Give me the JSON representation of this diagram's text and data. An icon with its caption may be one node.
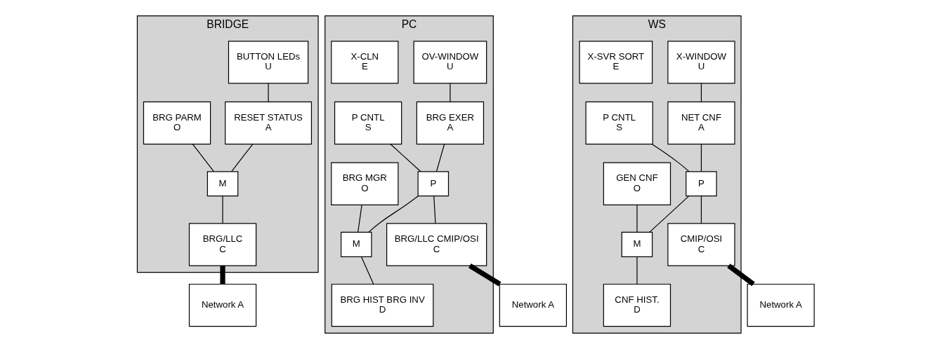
{
  "diagram": {
    "nodes": [
      {
        "text": [
          "BRIDGE"
        ]
      },
      {
        "text": [
          "BUTTON LEDs",
          "U"
        ],
        "in": 0
      },
      {
        "text": [
          "BRG PARM",
          "O"
        ],
        "in": 0
      },
      {
        "text": [
          "RESET STATUS",
          "A"
        ],
        "in": 0
      },
      {
        "text": [
          "M"
        ],
        "in": 0
      },
      {
        "text": [
          "BRG/LLC",
          "C"
        ],
        "in": 0
      },
      {
        "text": [
          "Network A"
        ]
      },
      {
        "text": [
          "PC"
        ]
      },
      {
        "text": [
          "OV-WINDOW",
          "U"
        ],
        "in": 7
      },
      {
        "text": [
          "P CNTL",
          "S"
        ],
        "in": 7
      },
      {
        "text": [
          "BRG MGR",
          "O"
        ],
        "in": 7
      },
      {
        "text": [
          "BRG EXER",
          "A"
        ],
        "in": 7
      },
      {
        "text": [
          "P"
        ],
        "in": 7
      },
      {
        "text": [
          "M"
        ],
        "in": 7
      },
      {
        "text": [
          "X-CLN",
          "E"
        ],
        "in": 7
      },
      {
        "text": [
          "BRG/LLC CMIP/OSI",
          "C"
        ],
        "in": 7
      },
      {
        "text": [
          "BRG HIST BRG INV",
          "D"
        ],
        "in": 7
      },
      {
        "text": [
          "Network A"
        ]
      },
      {
        "text": [
          "WS"
        ]
      },
      {
        "text": [
          "X-WINDOW",
          "U"
        ],
        "in": 18
      },
      {
        "text": [
          "P CNTL",
          "S"
        ],
        "in": 18
      },
      {
        "text": [
          "GEN CNF",
          "O"
        ],
        "in": 18
      },
      {
        "text": [
          "NET CNF",
          "A"
        ],
        "in": 18
      },
      {
        "text": [
          "P"
        ],
        "in": 18
      },
      {
        "text": [
          "M"
        ],
        "in": 18
      },
      {
        "text": [
          "X-SVR SORT",
          "E"
        ],
        "in": 18
      },
      {
        "text": [
          "CMIP/OSI",
          "C"
        ],
        "in": 18
      },
      {
        "text": [
          "CNF HIST.",
          "D"
        ],
        "in": 18
      },
      {
        "text": [
          "Network A"
        ]
      }
    ],
    "edges": [
      {
        "from": 1,
        "to": 3,
        "arrow": "none"
      },
      {
        "from": 2,
        "to": 4,
        "arrow": "none"
      },
      {
        "from": 3,
        "to": 4,
        "arrow": "none"
      },
      {
        "from": 4,
        "to": 5,
        "arrow": "none"
      },
      {
        "from": 5,
        "to": 6,
        "arrow": "none",
        "style": "thick"
      },
      {
        "from": 8,
        "to": 11,
        "arrow": "none"
      },
      {
        "from": 9,
        "to": 12,
        "arrow": "none"
      },
      {
        "from": 10,
        "to": 13,
        "arrow": "none"
      },
      {
        "from": 11,
        "to": 12,
        "arrow": "none"
      },
      {
        "from": 12,
        "to": 13,
        "arrow": "none"
      },
      {
        "from": 12,
        "to": 15,
        "arrow": "none"
      },
      {
        "from": 13,
        "to": 16,
        "arrow": "none"
      },
      {
        "from": 15,
        "to": 17,
        "arrow": "none",
        "style": "thick"
      },
      {
        "from": 19,
        "to": 22,
        "arrow": "none"
      },
      {
        "from": 20,
        "to": 23,
        "arrow": "none"
      },
      {
        "from": 21,
        "to": 24,
        "arrow": "none"
      },
      {
        "from": 22,
        "to": 23,
        "arrow": "none"
      },
      {
        "from": 23,
        "to": 24,
        "arrow": "none"
      },
      {
        "from": 23,
        "to": 26,
        "arrow": "none"
      },
      {
        "from": 24,
        "to": 27,
        "arrow": "none"
      },
      {
        "from": 26,
        "to": 28,
        "arrow": "none",
        "style": "thick"
      }
    ]
  }
}
